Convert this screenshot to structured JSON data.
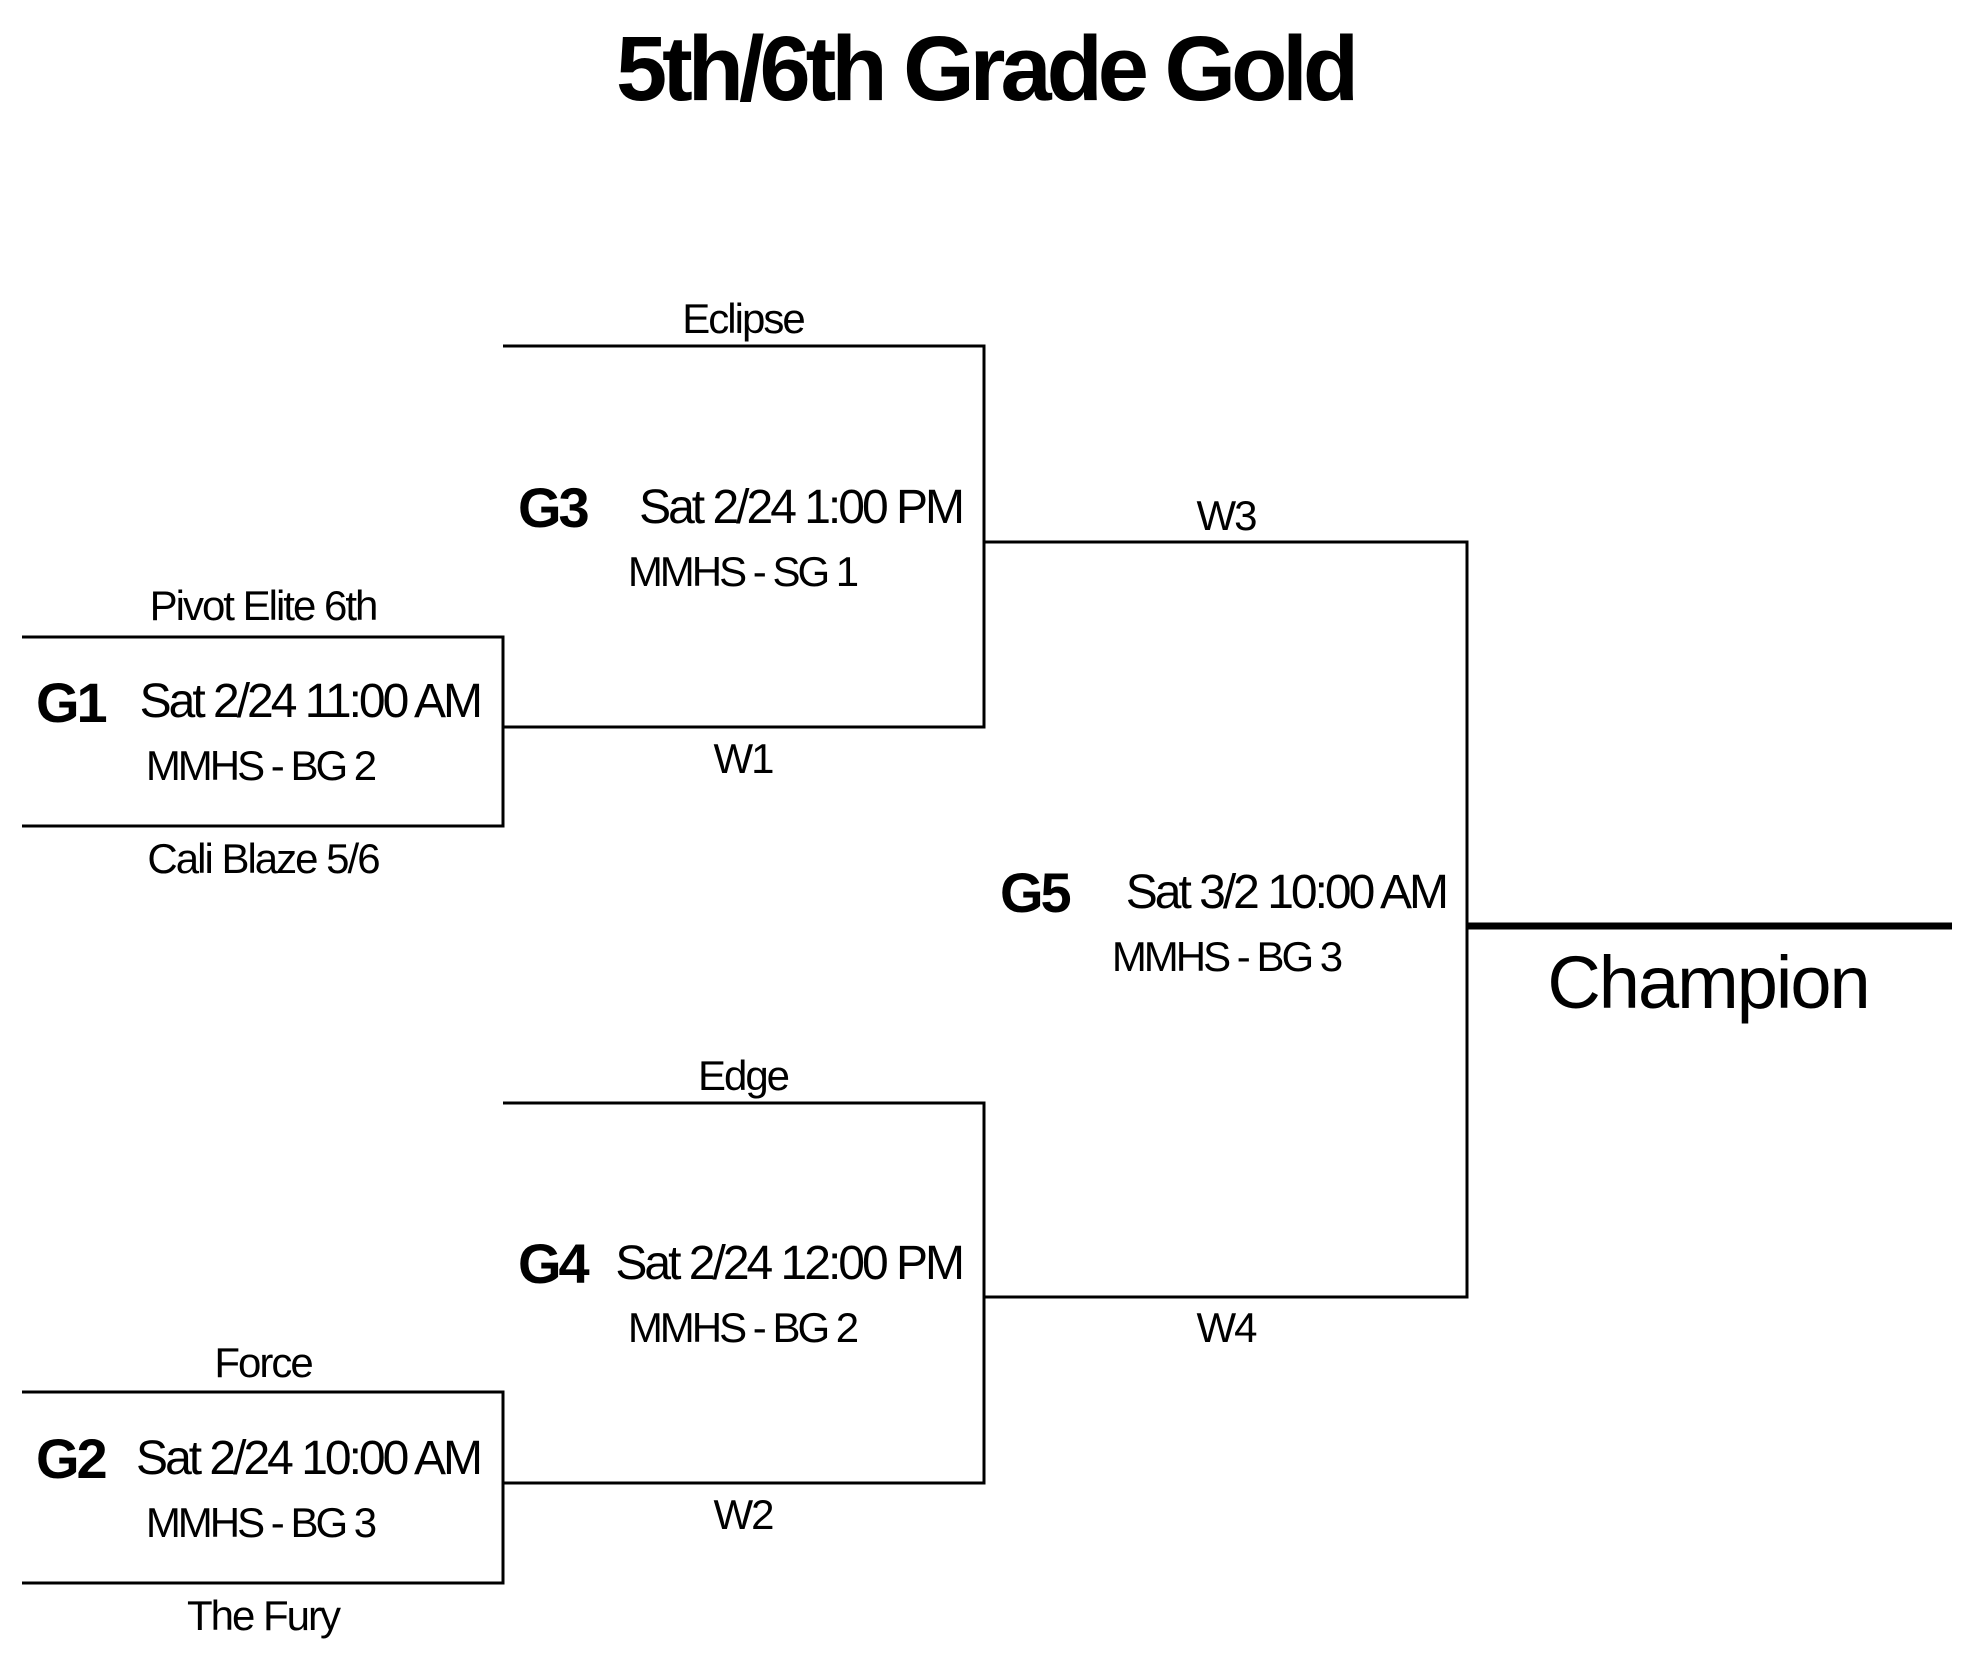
{
  "title": "5th/6th Grade Gold",
  "games": {
    "g1": {
      "id": "G1",
      "time": "Sat 2/24  11:00 AM",
      "location": "MMHS - BG 2",
      "top_team": "Pivot Elite 6th",
      "bottom_team": "Cali Blaze 5/6"
    },
    "g2": {
      "id": "G2",
      "time": "Sat 2/24  10:00 AM",
      "location": "MMHS - BG 3",
      "top_team": "Force",
      "bottom_team": "The Fury"
    },
    "g3": {
      "id": "G3",
      "time": "Sat 2/24  1:00 PM",
      "location": "MMHS - SG 1",
      "top_team": "Eclipse",
      "bottom_team": "W1"
    },
    "g4": {
      "id": "G4",
      "time": "Sat 2/24  12:00 PM",
      "location": "MMHS - BG 2",
      "top_team": "Edge",
      "bottom_team": "W2"
    },
    "g5": {
      "id": "G5",
      "time": "Sat 3/2  10:00 AM",
      "location": "MMHS - BG 3",
      "top_team": "W3",
      "bottom_team": "W4"
    }
  },
  "champion_label": "Champion"
}
